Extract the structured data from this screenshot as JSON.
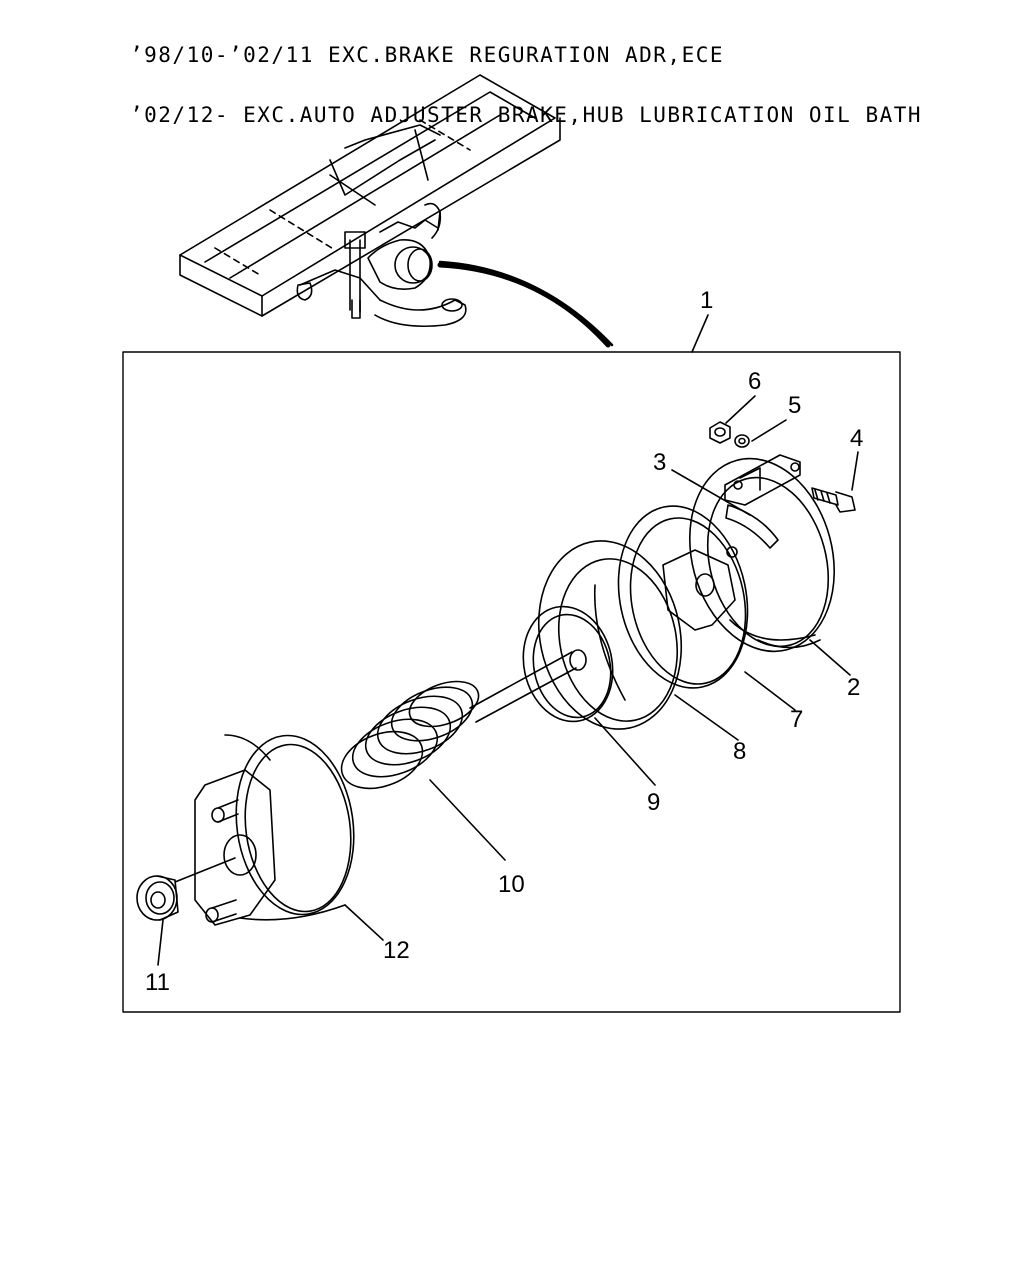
{
  "header": {
    "line1": "’98/10-’02/11 EXC.BRAKE REGURATION ADR,ECE",
    "line2": "’02/12- EXC.AUTO ADJUSTER BRAKE,HUB LUBRICATION OIL BATH"
  },
  "callouts": {
    "c1": "1",
    "c2": "2",
    "c3": "3",
    "c4": "4",
    "c5": "5",
    "c6": "6",
    "c7": "7",
    "c8": "8",
    "c9": "9",
    "c10": "10",
    "c11": "11",
    "c12": "12"
  },
  "colors": {
    "line": "#000000",
    "background": "#ffffff"
  }
}
